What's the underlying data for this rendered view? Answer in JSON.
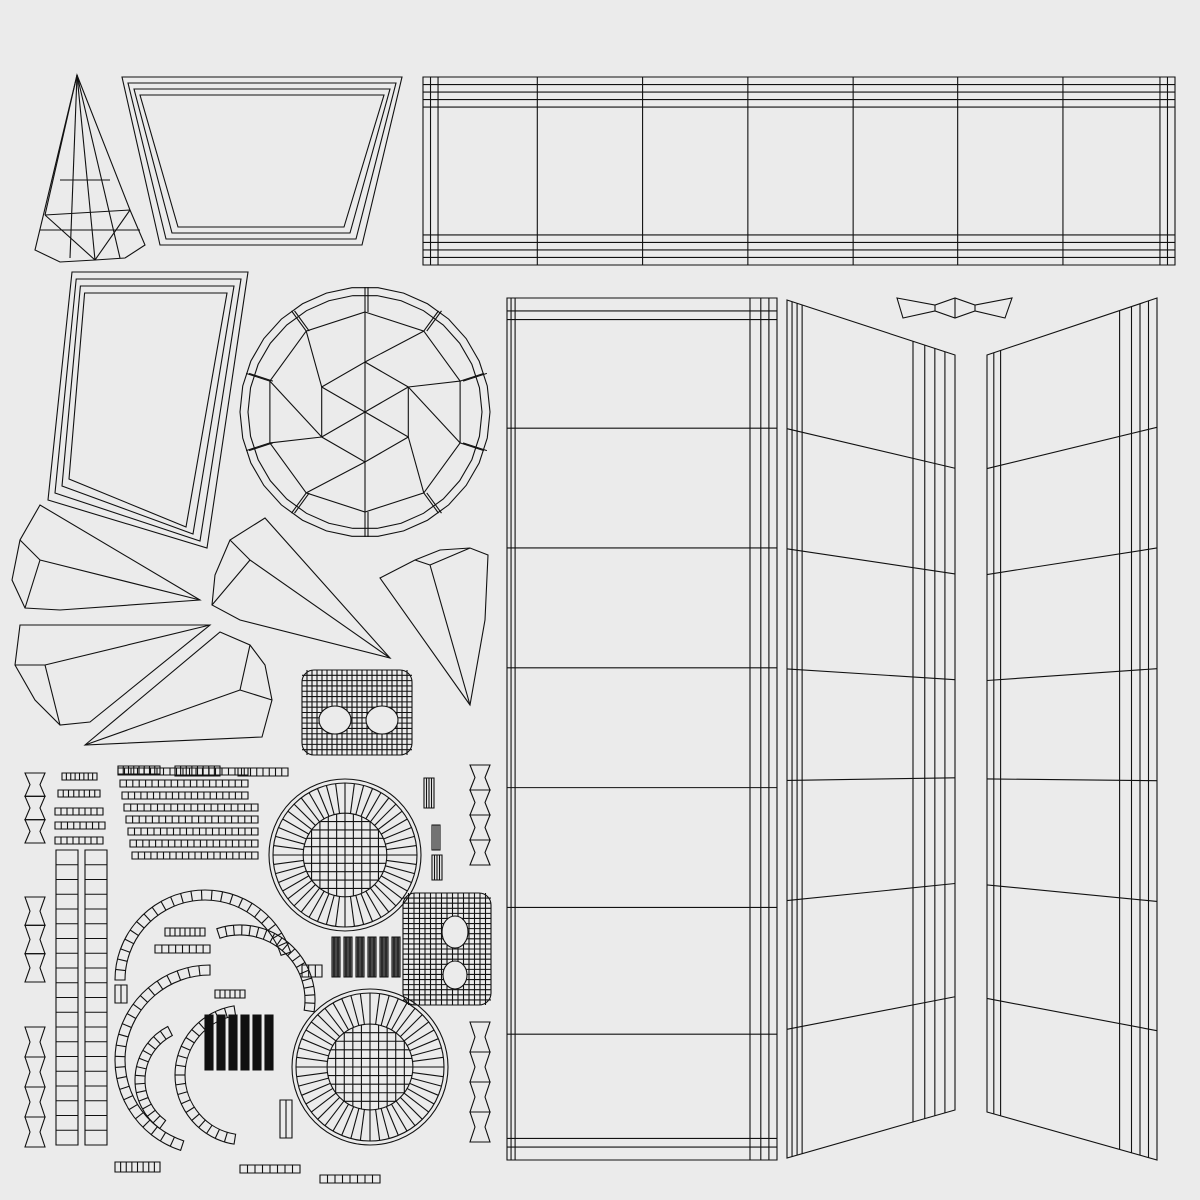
{
  "canvas": {
    "background_color": "#ebebeb",
    "line_color": "#111111"
  },
  "islands": [
    "cone-island",
    "trapezoid-island",
    "top-strip-island",
    "rounded-frame-island",
    "polyhedron-circle-island",
    "tall-panel-island",
    "left-angled-panel-island",
    "right-angled-panel-island",
    "bowtie-island",
    "wedge-islands",
    "skull-mesh-islands",
    "radial-disc-islands",
    "small-strip-islands",
    "chain-islands",
    "arc-islands"
  ]
}
